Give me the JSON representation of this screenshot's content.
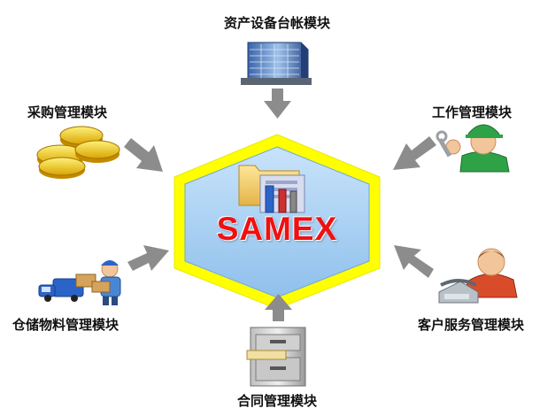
{
  "hub": {
    "label": "SAMEX"
  },
  "modules": {
    "top": "资产设备台帐模块",
    "top_left": "采购管理模块",
    "top_right": "工作管理模块",
    "bottom_left": "仓储物料管理模块",
    "bottom_right": "客户服务管理模块",
    "bottom": "合同管理模块"
  },
  "icons": {
    "top": "office-building-icon",
    "top_left": "gold-coins-icon",
    "top_right": "worker-with-wrench-icon",
    "bottom_left": "delivery-truck-worker-icon",
    "bottom_right": "telephone-operator-icon",
    "bottom": "filing-cabinet-icon",
    "hub": "folder-with-tools-icon"
  },
  "colors": {
    "hexagon_outer": "#ffff00",
    "hexagon_inner": "#a9d1f3",
    "arrow": "#8c8c8c",
    "hub_text": "#ee1111"
  }
}
